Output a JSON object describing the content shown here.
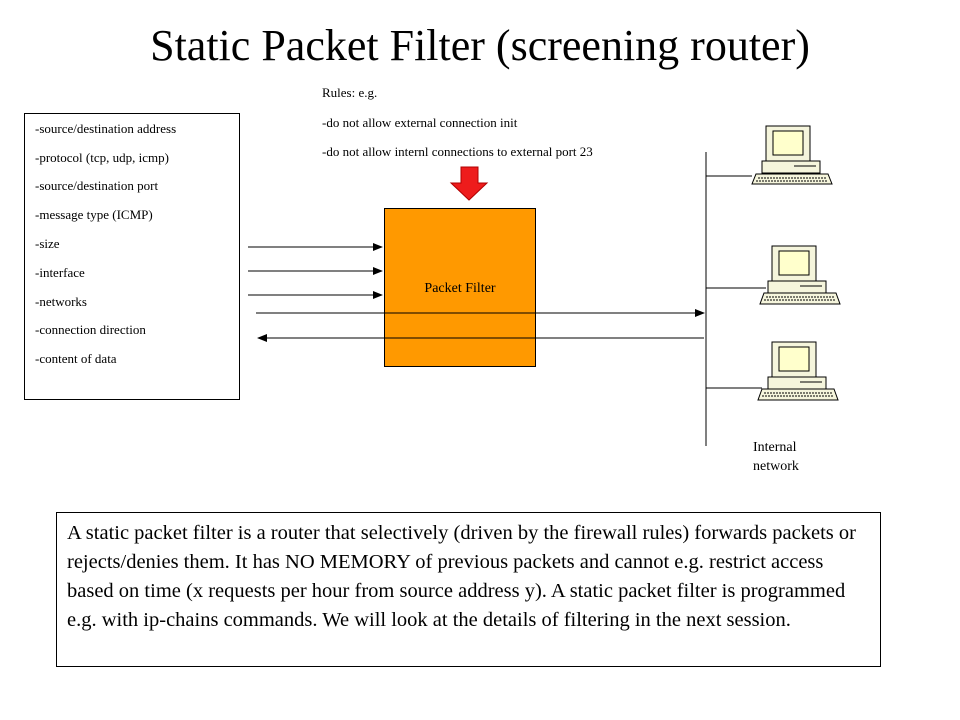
{
  "title": "Static Packet Filter (screening router)",
  "rules": {
    "heading": "Rules: e.g.",
    "items": [
      "-do not allow external connection init",
      "-do not allow internl connections to external port 23"
    ]
  },
  "criteria": [
    "-source/destination address",
    "-protocol (tcp, udp, icmp)",
    "-source/destination port",
    "-message type (ICMP)",
    "-size",
    "-interface",
    "-networks",
    "-connection direction",
    "-content of data"
  ],
  "filter_label": "Packet Filter",
  "network_label": [
    "Internal",
    "network"
  ],
  "description": "A static packet filter is a router that selectively (driven by the firewall rules) forwards packets or rejects/denies them. It has NO MEMORY of previous packets and cannot e.g. restrict access based on time (x requests per hour from source address y). A static packet filter is programmed e.g. with ip-chains commands. We will look at the details of filtering in the next session.",
  "colors": {
    "filter_fill": "#ff9900",
    "rule_arrow": "#ee1c1c",
    "computer_body": "#f5f5dc"
  },
  "icons": [
    "down-arrow-icon",
    "computer-icon"
  ]
}
